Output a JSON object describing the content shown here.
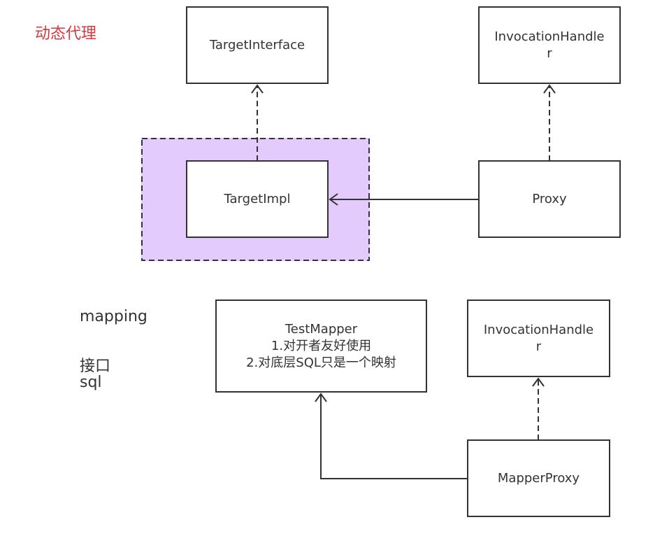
{
  "title": "动态代理",
  "colors": {
    "title": "#d9363e",
    "stroke": "#333333",
    "group_fill": "#e3cbfd",
    "box_fill": "#ffffff"
  },
  "notes": [
    "mapping",
    "接口",
    "sql"
  ],
  "diagram1": {
    "nodes": {
      "target_interface": "TargetInterface",
      "invocation_handler": [
        "InvocationHandle",
        "r"
      ],
      "target_impl": "TargetImpl",
      "proxy": "Proxy"
    },
    "edges": [
      {
        "from": "TargetImpl",
        "to": "TargetInterface",
        "style": "dashed",
        "arrow": "open"
      },
      {
        "from": "Proxy",
        "to": "InvocationHandler",
        "style": "dashed",
        "arrow": "open"
      },
      {
        "from": "Proxy",
        "to": "TargetImpl",
        "style": "solid",
        "arrow": "open"
      }
    ],
    "group": {
      "contains": "TargetImpl",
      "style": "dashed-highlight"
    }
  },
  "diagram2": {
    "nodes": {
      "test_mapper": [
        "TestMapper",
        "1.对开者友好使用",
        "2.对底层SQL只是一个映射"
      ],
      "invocation_handler": [
        "InvocationHandle",
        "r"
      ],
      "mapper_proxy": "MapperProxy"
    },
    "edges": [
      {
        "from": "MapperProxy",
        "to": "InvocationHandler",
        "style": "dashed",
        "arrow": "open"
      },
      {
        "from": "MapperProxy",
        "to": "TestMapper",
        "style": "solid",
        "arrow": "open",
        "routing": "orthogonal"
      }
    ]
  }
}
